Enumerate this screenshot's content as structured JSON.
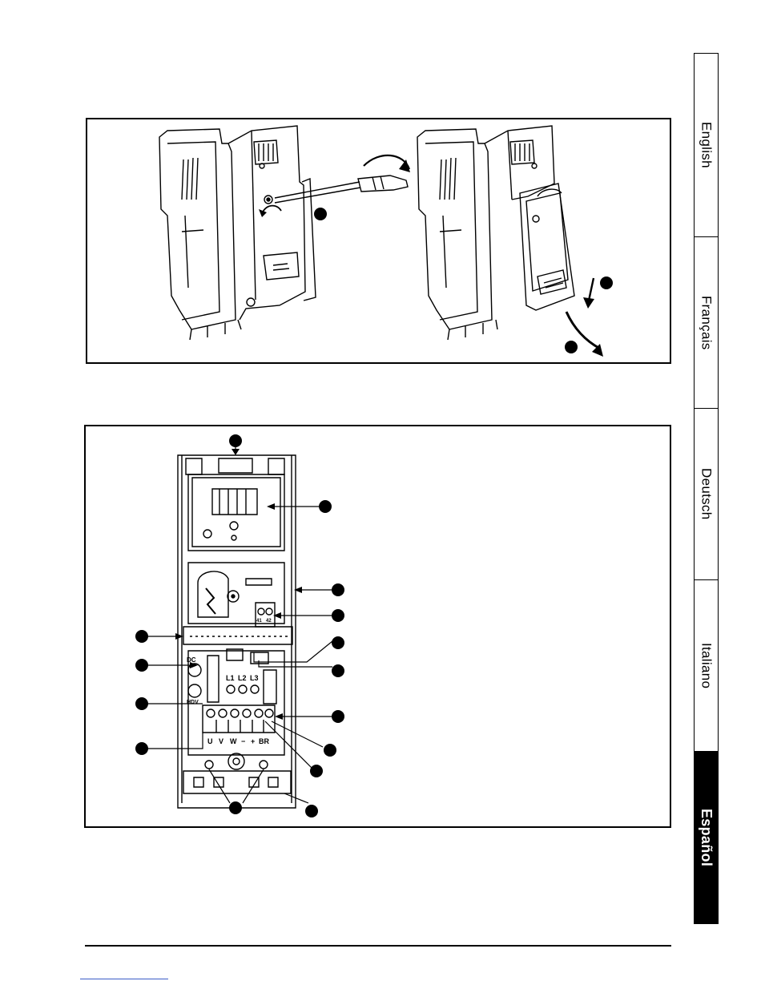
{
  "language_tabs": [
    {
      "label": "English",
      "active": false
    },
    {
      "label": "Français",
      "active": false
    },
    {
      "label": "Deutsch",
      "active": false
    },
    {
      "label": "Italiano",
      "active": false
    },
    {
      "label": "Español",
      "active": true
    }
  ],
  "terminal_labels": {
    "top": [
      "L1",
      "L2",
      "L3"
    ],
    "bottom": [
      "U",
      "V",
      "W",
      "−",
      "+",
      "BR"
    ],
    "left_upper": "DC",
    "left_lower": "HDV",
    "small_terminal": [
      "41",
      "42"
    ]
  },
  "colors": {
    "ink": "#000000",
    "tab_active_bg": "#000000",
    "tab_active_fg": "#ffffff"
  }
}
